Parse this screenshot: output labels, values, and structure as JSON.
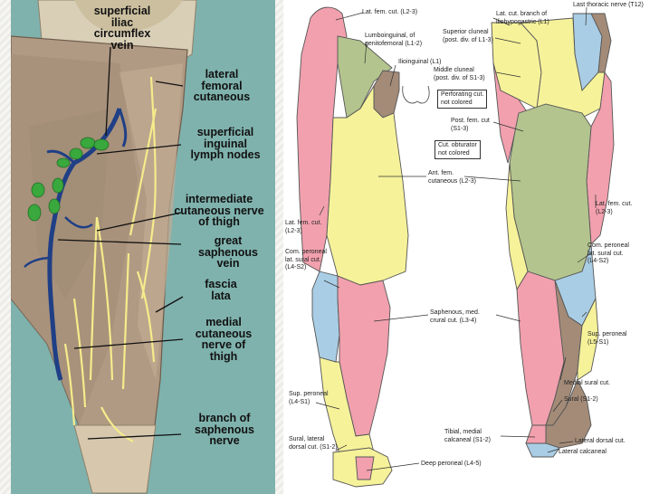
{
  "left_labels": {
    "sup_iliac": "superficial\niliac\ncircumflex\nvein",
    "lat_fem": "lateral\nfemoral\ncutaneous",
    "sup_ing": "superficial\ninguinal\nlymph nodes",
    "int_cut": "intermediate\ncutaneous nerve\nof thigh",
    "great_saph": "great\nsaphenous\nvein",
    "fascia": "fascia\nlata",
    "medial_cut": "medial\ncutaneous\nnerve of\nthigh",
    "branch_saph": "branch of\nsaphenous\nnerve"
  },
  "right_labels": {
    "lat_fem_top": "Lat. fem. cut. (L2-3)",
    "lat_cut_branch": "Lat. cut. branch of\niliohypogastric (L1)",
    "last_thoracic": "Last thoracic nerve (T12)",
    "lumboinguinal": "Lumboinguinal, of\ngenitofemoral (L1-2)",
    "sup_cluneal": "Superior cluneal\n(post. div. of L1-3)",
    "ilioinguinal": "Ilioinguinal (L1)",
    "middle_cluneal": "Middle cluneal\n(post. div. of S1-3)",
    "perforating": "Perforating cut.\nnot colored",
    "post_fem": "Post. fem. cut\n(S1-3)",
    "cut_obturator": "Cut. obturator\nnot colored",
    "ant_fem": "Ant. fem.\ncutaneous (L2-3)",
    "lat_fem_cut_r": "Lat. fem. cut.\n(L2-3)",
    "lat_fem_cut_l": "Lat. fem. cut.\n(L2-3)",
    "com_peroneal_l": "Com. peroneal\nlat. sural cut.\n(L4-S2)",
    "com_peroneal_r": "Com. peroneal\nlat. sural cut.\n(L4-S2)",
    "saphenous": "Saphenous, med.\ncrural cut. (L3-4)",
    "sup_peroneal_r": "Sup. peroneal\n(L5-S1)",
    "medial_sural": "Medial sural cut.",
    "sural_r": "Sural (S1-2)",
    "sup_peroneal_l": "Sup. peroneal\n(L4-S1)",
    "tibial": "Tibial, medial\ncalcaneal (S1-2)",
    "lat_dorsal": "Lateral dorsal cut.",
    "sural_lateral": "Sural, lateral\ndorsal cut. (S1-2)",
    "lat_calcaneal": "Lateral calcaneal",
    "deep_peroneal": "Deep peroneal (L4-5)"
  },
  "colors": {
    "pink": "#f2a0ae",
    "yellow": "#f6f29a",
    "green": "#b3c48e",
    "blue": "#a9cde4",
    "brown": "#a38b78",
    "teal": "#7fb2ad",
    "vein": "#1f3f86",
    "nerve": "#f4ec8c",
    "node": "#39a83d"
  }
}
